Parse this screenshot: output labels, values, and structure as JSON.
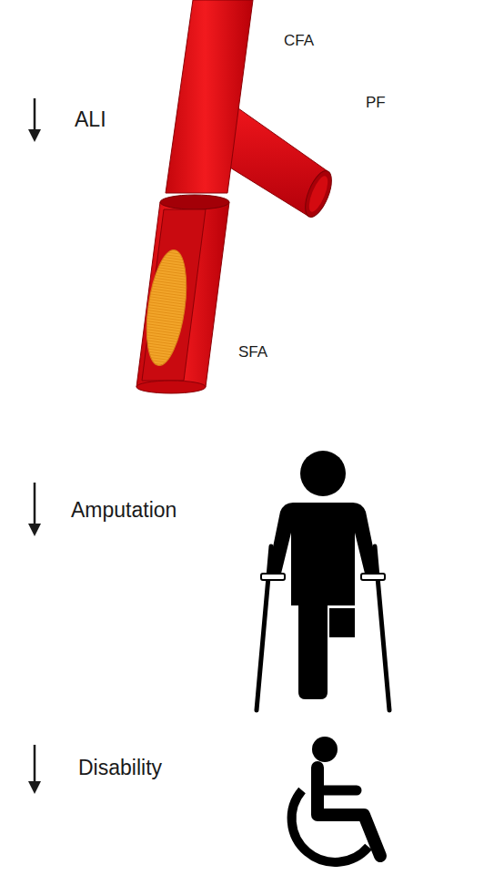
{
  "diagram": {
    "labels": [
      "CFA",
      "PF",
      "ALI",
      "SFA",
      "Amputation",
      "Disability"
    ]
  }
}
